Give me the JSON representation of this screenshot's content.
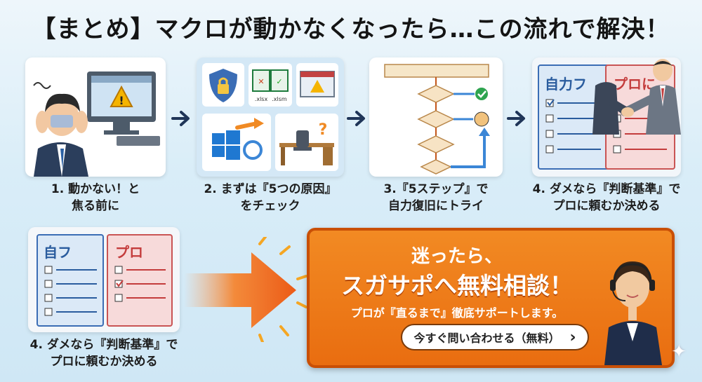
{
  "title": "【まとめ】マクロが動かなくなったら…この流れで解決！",
  "steps": [
    {
      "line1": "1. 動かない！と",
      "line2": "焦る前に"
    },
    {
      "line1": "2. まずは『5つの原因』",
      "line2": "をチェック"
    },
    {
      "line1": "3.『5ステップ』で",
      "line2": "自力復旧にトライ"
    },
    {
      "line1": "4. ダメなら『判断基準』で",
      "line2": "プロに頼むか決める"
    }
  ],
  "step4b": {
    "line1": "4. ダメなら『判断基準』で",
    "line2": "プロに頼むか決める"
  },
  "docs": {
    "self": "自力フ",
    "pro": "プロに",
    "self_short": "自フ",
    "pro_short": "プロ"
  },
  "files": {
    "xlsx": ".xlsx",
    "xlsm": ".xlsm"
  },
  "cta": {
    "line1": "迷ったら、",
    "line2": "スガサポへ無料相談！",
    "line3": "プロが『直るまで』徹底サポートします。",
    "button": "今すぐ問い合わせる（無料）",
    "chevron": "›"
  },
  "colors": {
    "accent": "#e96d10",
    "navy": "#1f3558",
    "blue": "#2d6fb6"
  }
}
